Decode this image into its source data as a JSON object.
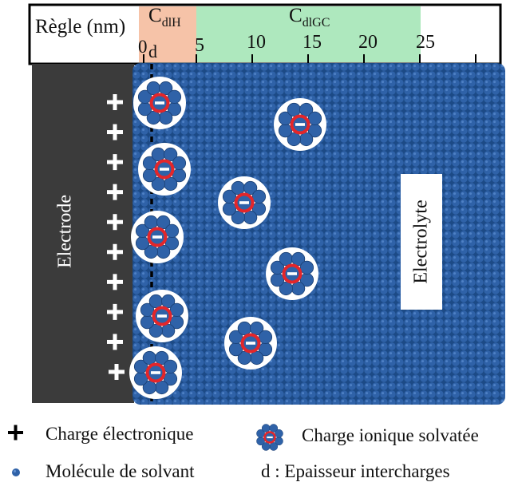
{
  "ruler": {
    "label": "Règle (nm)",
    "ticks": [
      "0",
      "5",
      "10",
      "15",
      "20",
      "25"
    ],
    "d_marker": "d"
  },
  "regions": {
    "helmholtz": {
      "symbol": "C",
      "subscript": "dlH",
      "color": "#f6c3a8"
    },
    "gouy_chapman": {
      "symbol": "C",
      "subscript": "dlGC",
      "color": "#aee8be"
    }
  },
  "electrode": {
    "label": "Electrode",
    "color": "#3b3b3b",
    "charge_count": 10
  },
  "electrolyte": {
    "label": "Electrolyte",
    "color": "#1f4e8c"
  },
  "colors": {
    "solvent": "#2f62a8",
    "ion_ring": "#e3262a",
    "charge_plus": "#ffffff"
  },
  "legend": {
    "plus": {
      "label": "Charge électronique",
      "icon": "plus-icon"
    },
    "ion": {
      "label": "Charge ionique solvatée",
      "icon": "solvated-ion-icon"
    },
    "solvent": {
      "label": "Molécule de  solvant",
      "icon": "solvent-molecule-icon"
    },
    "d_label": "d : Epaisseur intercharges"
  }
}
